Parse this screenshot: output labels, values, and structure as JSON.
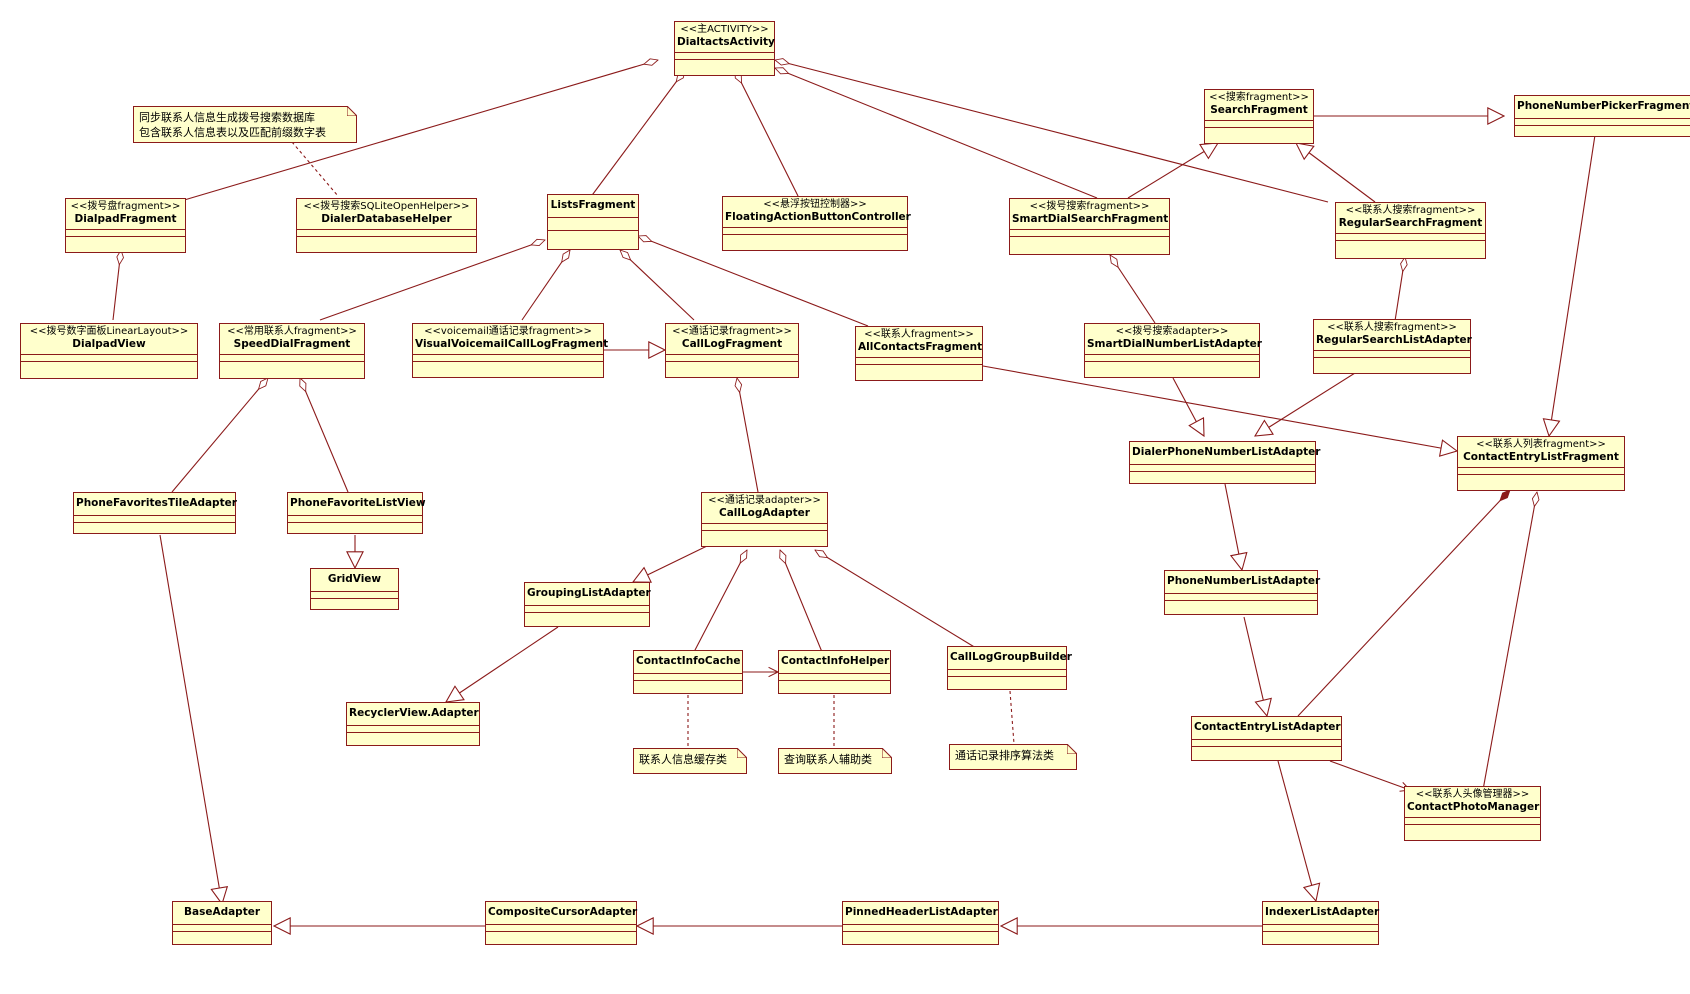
{
  "classes": {
    "dialtacts": {
      "stereotype": "<<主ACTIVITY>>",
      "name": "DialtactsActivity"
    },
    "dialpadFragment": {
      "stereotype": "<<拨号盘fragment>>",
      "name": "DialpadFragment"
    },
    "dialerDbHelper": {
      "stereotype": "<<拨号搜索SQLiteOpenHelper>>",
      "name": "DialerDatabaseHelper"
    },
    "listsFragment": {
      "stereotype": "",
      "name": "ListsFragment"
    },
    "fabController": {
      "stereotype": "<<悬浮按钮控制器>>",
      "name": "FloatingActionButtonController"
    },
    "searchFragment": {
      "stereotype": "<<搜索fragment>>",
      "name": "SearchFragment"
    },
    "phonePicker": {
      "stereotype": "",
      "name": "PhoneNumberPickerFragment"
    },
    "smartDialSearch": {
      "stereotype": "<<拨号搜索fragment>>",
      "name": "SmartDialSearchFragment"
    },
    "regularSearch": {
      "stereotype": "<<联系人搜索fragment>>",
      "name": "RegularSearchFragment"
    },
    "dialpadView": {
      "stereotype": "<<拨号数字面板LinearLayout>>",
      "name": "DialpadView"
    },
    "speedDial": {
      "stereotype": "<<常用联系人fragment>>",
      "name": "SpeedDialFragment"
    },
    "visualVoicemail": {
      "stereotype": "<<voicemail通话记录fragment>>",
      "name": "VisualVoicemailCallLogFragment"
    },
    "callLogFragment": {
      "stereotype": "<<通话记录fragment>>",
      "name": "CallLogFragment"
    },
    "allContacts": {
      "stereotype": "<<联系人fragment>>",
      "name": "AllContactsFragment"
    },
    "smartDialAdapter": {
      "stereotype": "<<拨号搜索adapter>>",
      "name": "SmartDialNumberListAdapter"
    },
    "regularSearchAdapter": {
      "stereotype": "<<联系人搜索fragment>>",
      "name": "RegularSearchListAdapter"
    },
    "dialerPhoneAdapter": {
      "stereotype": "",
      "name": "DialerPhoneNumberListAdapter"
    },
    "contactEntryFragment": {
      "stereotype": "<<联系人列表fragment>>",
      "name": "ContactEntryListFragment"
    },
    "favTileAdapter": {
      "stereotype": "",
      "name": "PhoneFavoritesTileAdapter"
    },
    "favListView": {
      "stereotype": "",
      "name": "PhoneFavoriteListView"
    },
    "gridView": {
      "stereotype": "",
      "name": "GridView"
    },
    "callLogAdapter": {
      "stereotype": "<<通话记录adapter>>",
      "name": "CallLogAdapter"
    },
    "phoneNumberAdapter": {
      "stereotype": "",
      "name": "PhoneNumberListAdapter"
    },
    "groupingAdapter": {
      "stereotype": "",
      "name": "GroupingListAdapter"
    },
    "contactInfoCache": {
      "stereotype": "",
      "name": "ContactInfoCache"
    },
    "contactInfoHelper": {
      "stereotype": "",
      "name": "ContactInfoHelper"
    },
    "callLogGroupBuilder": {
      "stereotype": "",
      "name": "CallLogGroupBuilder"
    },
    "recyclerAdapter": {
      "stereotype": "",
      "name": "RecyclerView.Adapter"
    },
    "contactEntryAdapter": {
      "stereotype": "",
      "name": "ContactEntryListAdapter"
    },
    "contactPhotoManager": {
      "stereotype": "<<联系人头像管理器>>",
      "name": "ContactPhotoManager"
    },
    "baseAdapter": {
      "stereotype": "",
      "name": "BaseAdapter"
    },
    "compositeCursor": {
      "stereotype": "",
      "name": "CompositeCursorAdapter"
    },
    "pinnedHeader": {
      "stereotype": "",
      "name": "PinnedHeaderListAdapter"
    },
    "indexerAdapter": {
      "stereotype": "",
      "name": "IndexerListAdapter"
    }
  },
  "notes": {
    "dbNote": {
      "line1": "同步联系人信息生成拨号搜索数据库",
      "line2": "包含联系人信息表以及匹配前缀数字表"
    },
    "cacheNote": {
      "line1": "联系人信息缓存类"
    },
    "helperNote": {
      "line1": "查询联系人辅助类"
    },
    "builderNote": {
      "line1": "通话记录排序算法类"
    }
  },
  "colors": {
    "line": "#8b1a1a",
    "fill": "#ffffcc",
    "background": "#ffffff"
  }
}
